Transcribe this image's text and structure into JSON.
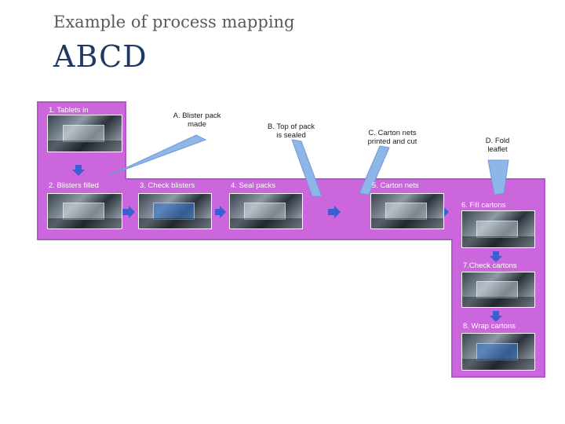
{
  "slide": {
    "subtitle": "Example of process mapping",
    "title": "ABCD"
  },
  "steps": [
    {
      "label": "1. Tablets in"
    },
    {
      "label": "2. Blisters filled"
    },
    {
      "label": "3. Check blisters"
    },
    {
      "label": "4. Seal packs"
    },
    {
      "label": "5. Carton nets"
    },
    {
      "label": "6. Fill cartons"
    },
    {
      "label": "7.Check cartons"
    },
    {
      "label": "8. Wrap cartons"
    }
  ],
  "callouts": [
    {
      "label": "A. Blister pack\nmade"
    },
    {
      "label": "B. Top of pack\nis sealed"
    },
    {
      "label": "C. Carton nets\nprinted and cut"
    },
    {
      "label": "D. Fold\nleaflet"
    }
  ],
  "colors": {
    "band": "#cc66dd",
    "band_border": "#b058c8",
    "callout_arrow": "#8fb6e8",
    "flow_arrow": "#3a5fd0"
  }
}
